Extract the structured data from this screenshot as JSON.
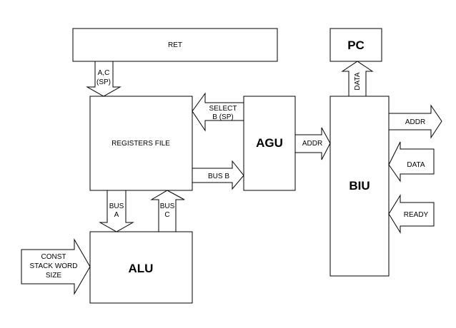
{
  "blocks": {
    "ret": "RET",
    "registers_file": "REGISTERS FILE",
    "alu": "ALU",
    "agu": "AGU",
    "biu": "BIU",
    "pc": "PC"
  },
  "arrows": {
    "ret_to_regs": [
      "A,C",
      "(SP)"
    ],
    "select": [
      "SELECT",
      "B (SP)"
    ],
    "bus_b": "BUS B",
    "agu_addr": "ADDR",
    "bus_a": [
      "BUS",
      "A"
    ],
    "bus_c": [
      "BUS",
      "C"
    ],
    "const": [
      "CONST",
      "STACK WORD",
      "SIZE"
    ],
    "biu_data_to_pc": "DATA",
    "biu_addr_out": "ADDR",
    "biu_data_in": "DATA",
    "biu_ready_in": "READY"
  }
}
